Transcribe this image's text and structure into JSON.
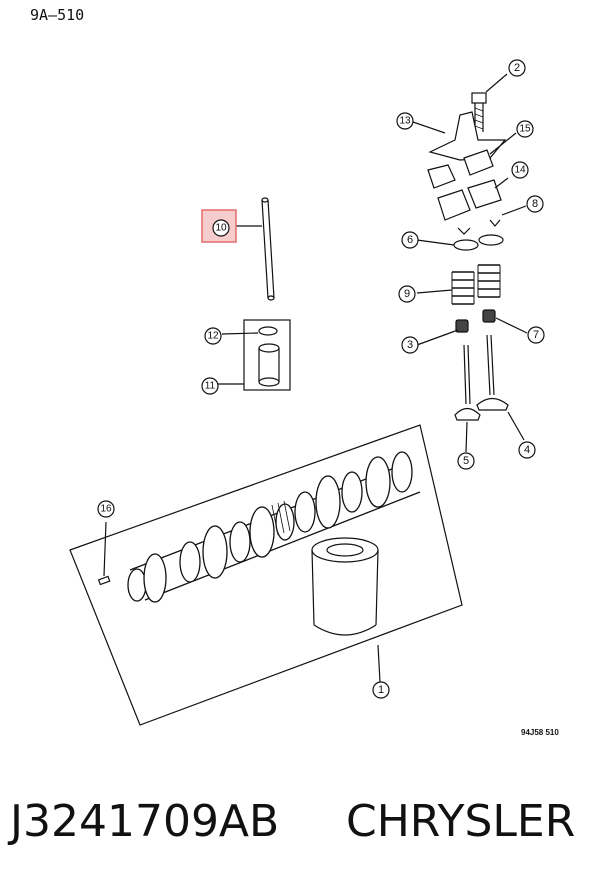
{
  "header": {
    "page_code": "9A–510"
  },
  "diagram": {
    "figure_code": "94J58 510",
    "highlight_color": "#e46c6c",
    "callouts": [
      "1",
      "2",
      "3",
      "4",
      "5",
      "6",
      "7",
      "8",
      "9",
      "10",
      "11",
      "12",
      "13",
      "14",
      "15",
      "16"
    ],
    "highlighted_callout": "10"
  },
  "footer": {
    "part_number": "J3241709AB",
    "manufacturer": "CHRYSLER"
  }
}
